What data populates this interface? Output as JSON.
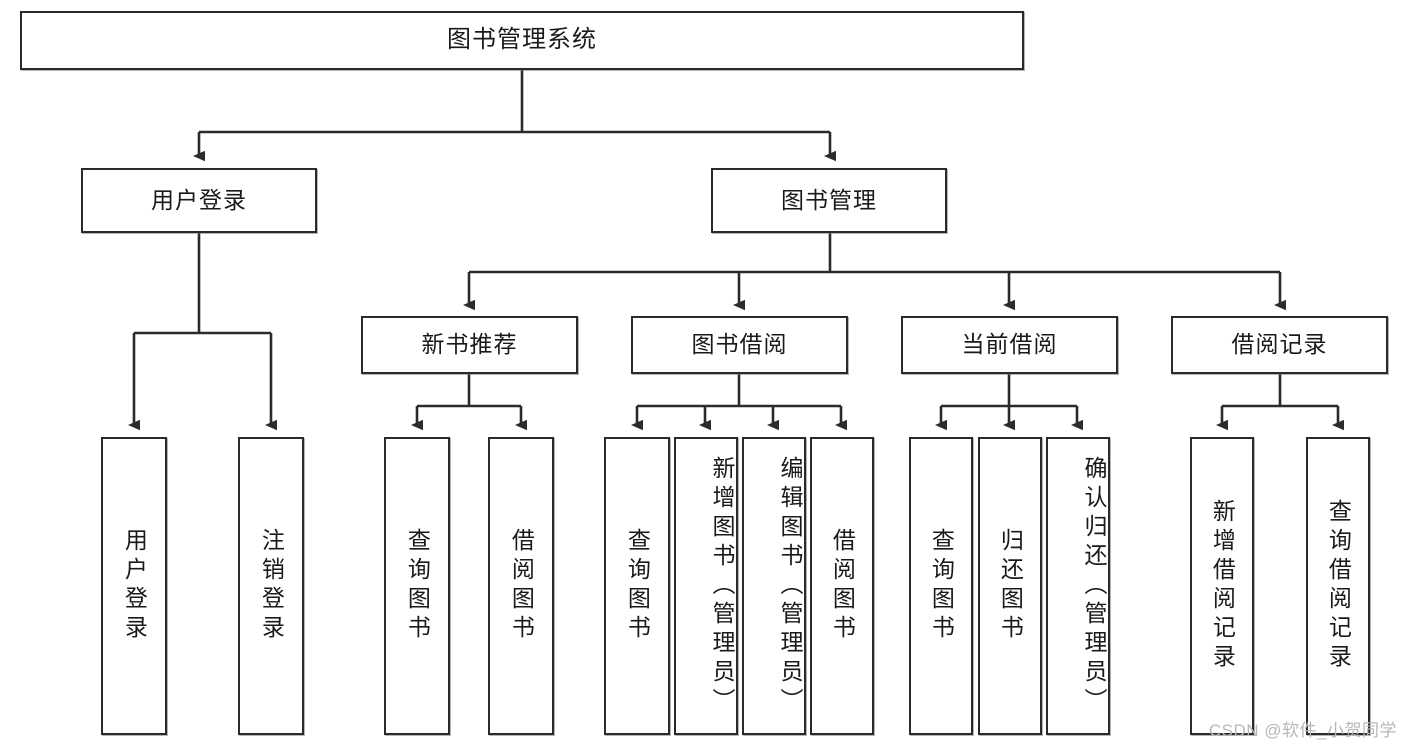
{
  "diagram": {
    "title_node": {
      "label": "图书管理系统"
    },
    "level2": [
      {
        "id": "user-login",
        "label": "用户登录"
      },
      {
        "id": "book-management",
        "label": "图书管理"
      }
    ],
    "level3": [
      {
        "id": "new-book-recommend",
        "label": "新书推荐"
      },
      {
        "id": "book-borrow",
        "label": "图书借阅"
      },
      {
        "id": "current-borrow",
        "label": "当前借阅"
      },
      {
        "id": "borrow-record",
        "label": "借阅记录"
      }
    ],
    "leaves": {
      "user_login": [
        {
          "id": "leaf-user-login",
          "label": "用户登录"
        },
        {
          "id": "leaf-logout-login",
          "label": "注销登录"
        }
      ],
      "new_book_recommend": [
        {
          "id": "leaf-query-book-1",
          "label": "查询图书"
        },
        {
          "id": "leaf-borrow-book-1",
          "label": "借阅图书"
        }
      ],
      "book_borrow": [
        {
          "id": "leaf-query-book-2",
          "label": "查询图书"
        },
        {
          "id": "leaf-add-book",
          "label": "新增图书（管理员）"
        },
        {
          "id": "leaf-edit-book",
          "label": "编辑图书（管理员）"
        },
        {
          "id": "leaf-borrow-book-2",
          "label": "借阅图书"
        }
      ],
      "current_borrow": [
        {
          "id": "leaf-query-book-3",
          "label": "查询图书"
        },
        {
          "id": "leaf-return-book",
          "label": "归还图书"
        },
        {
          "id": "leaf-confirm-return",
          "label": "确认归还（管理员）"
        }
      ],
      "borrow_record": [
        {
          "id": "leaf-add-record",
          "label": "新增借阅记录"
        },
        {
          "id": "leaf-query-record",
          "label": "查询借阅记录"
        }
      ]
    }
  },
  "watermark": {
    "text": "CSDN @软件_小贺同学"
  },
  "colors": {
    "stroke": "#2b2b2b",
    "box_fill": "#ffffff",
    "text": "#1a1a1a",
    "watermark": "#b8b8b8",
    "background": "#ffffff"
  }
}
